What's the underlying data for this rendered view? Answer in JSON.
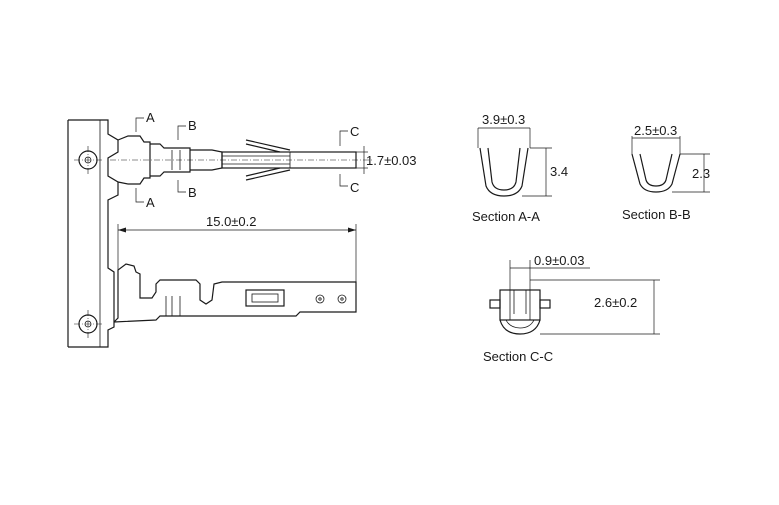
{
  "labels": {
    "cut_a": "A",
    "cut_b": "B",
    "cut_c": "C",
    "width_main": "1.7±0.03",
    "length_main": "15.0±0.2",
    "sec_a_width": "3.9±0.3",
    "sec_a_height": "3.4",
    "sec_a_title": "Section A-A",
    "sec_b_width": "2.5±0.3",
    "sec_b_height": "2.3",
    "sec_b_title": "Section B-B",
    "sec_c_width": "0.9±0.03",
    "sec_c_height": "2.6±0.2",
    "sec_c_title": "Section C-C"
  }
}
